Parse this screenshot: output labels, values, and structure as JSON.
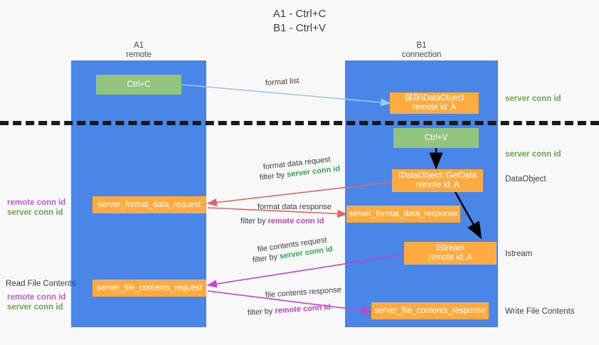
{
  "title": "A1 - Ctrl+C\nB1 - Ctrl+V",
  "lanes": {
    "left": {
      "header": "A1\nremote"
    },
    "right": {
      "header": "B1\nconnection"
    }
  },
  "colors": {
    "lane": "#4a86e8",
    "green_box": "#93c47d",
    "orange_box": "#ffab40",
    "server_conn_id": "#6aa84f",
    "remote_conn_id": "#c060d8",
    "arrow_blue": "#9fc5e8",
    "arrow_red": "#e06666",
    "arrow_magenta": "#c940c9",
    "arrow_black": "#000000",
    "background": "#f8f8f8"
  },
  "boxes": {
    "ctrl_c": "Ctrl+C",
    "save_idataobject": "保存IDataObject\nremote id: A",
    "ctrl_v": "Ctrl+V",
    "idataobject_getdata": "IDataObject::GetData\nremote id: A",
    "server_format_data_request": "server_format_data_request",
    "server_format_data_response": "server_format_data_response",
    "istream": "IStream\nremote id: A",
    "server_file_contents_request": "server_file_contents_request",
    "server_file_contents_response": "server_file_contents_response"
  },
  "edge_labels": {
    "format_list": "format list",
    "format_data_request": "format data request",
    "format_data_request_filter_prefix": "filter by ",
    "format_data_request_filter_value": "server conn id",
    "format_data_response": "format data response",
    "format_data_response_filter_prefix": "filter by ",
    "format_data_response_filter_value": "remote conn id",
    "file_contents_request": "file contents request",
    "file_contents_request_filter_prefix": "filter by ",
    "file_contents_request_filter_value": "server conn id",
    "file_contents_response": "file contents response",
    "file_contents_response_filter_prefix": "filter by ",
    "file_contents_response_filter_value": "remote conn id"
  },
  "right_labels": {
    "server_conn_id_top": "server conn id",
    "server_conn_id_second": "server conn id",
    "dataobject": "DataObject",
    "istream": "Istream",
    "write_file_contents": "Write File Contents"
  },
  "left_labels": {
    "remote_conn_id_1": "remote conn id",
    "server_conn_id_1": "server conn id",
    "read_file_contents": "Read File Contents",
    "remote_conn_id_2": "remote conn id",
    "server_conn_id_2": "server conn id"
  }
}
